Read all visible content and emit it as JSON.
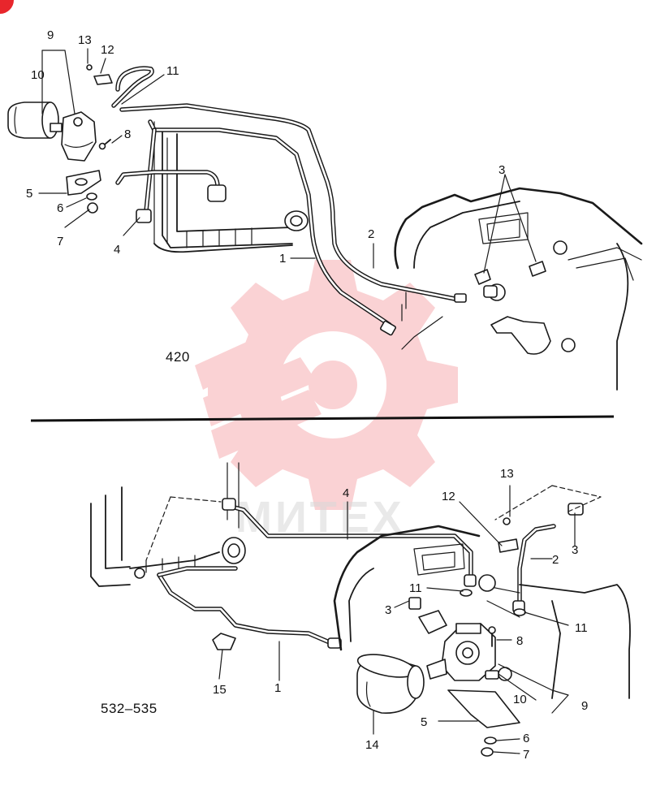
{
  "diagrams": [
    {
      "model": "420",
      "callouts": [
        "1",
        "2",
        "3",
        "4",
        "5",
        "6",
        "7",
        "8",
        "9",
        "10",
        "11",
        "12",
        "13"
      ]
    },
    {
      "model": "532–535",
      "callouts": [
        "1",
        "2",
        "3",
        "4",
        "5",
        "6",
        "7",
        "8",
        "9",
        "10",
        "11",
        "12",
        "13",
        "14",
        "15"
      ]
    }
  ],
  "watermark": {
    "text": "МИТЕХ",
    "color": "#e8262c"
  },
  "corner_badge_color": "#e8262c"
}
